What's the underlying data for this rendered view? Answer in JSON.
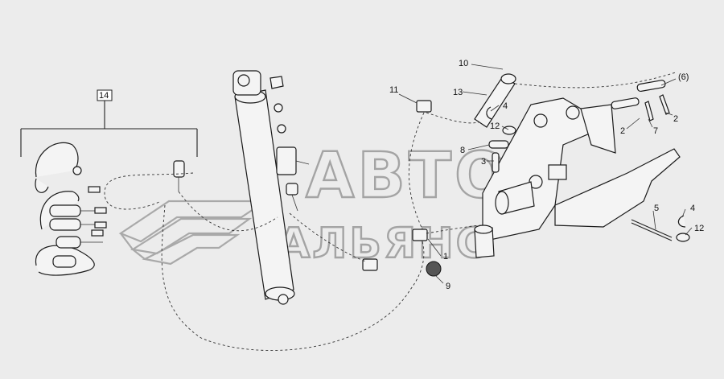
{
  "callouts": {
    "c14": "14",
    "c11": "11",
    "c13": "13",
    "c10": "10",
    "c4a": "4",
    "c12a": "12",
    "c8": "8",
    "c3": "3",
    "c6": "(6)",
    "c2a": "2",
    "c7": "7",
    "c2b": "2",
    "c5": "5",
    "c4b": "4",
    "c12b": "12",
    "c1": "1",
    "c9": "9"
  },
  "watermark": {
    "line1": "АВТО",
    "line2": "АЛЬЯНС"
  }
}
